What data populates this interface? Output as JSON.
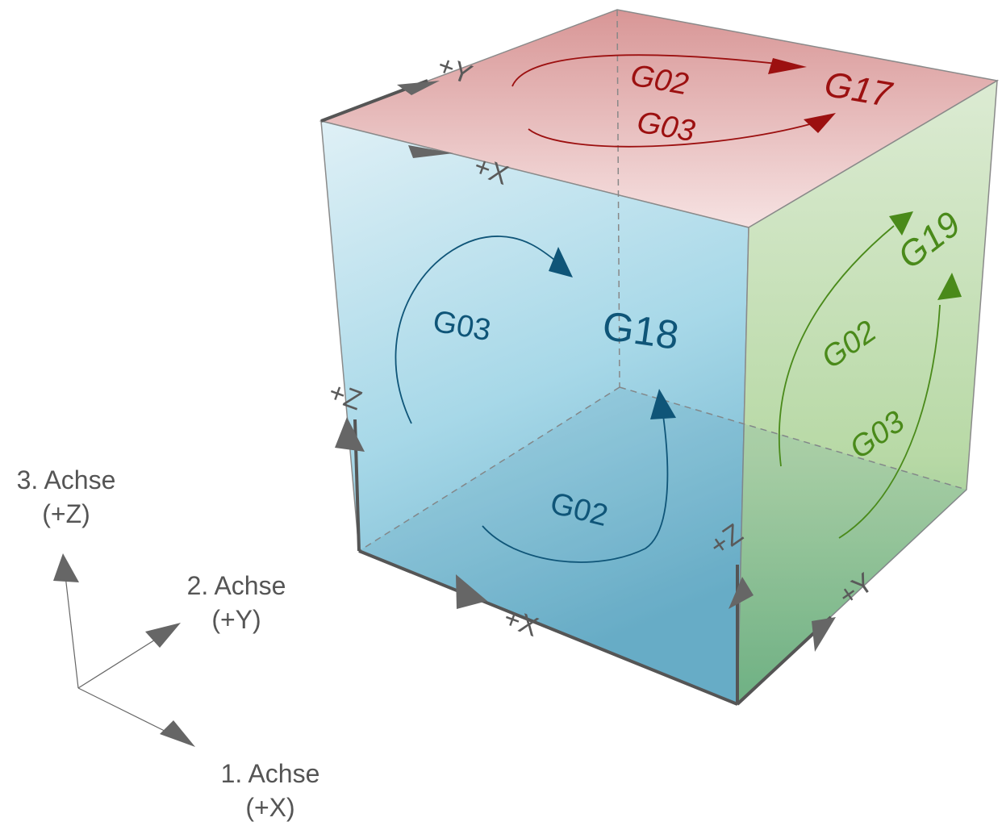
{
  "colors": {
    "red_plane": "#9c1010",
    "blue_plane": "#0f5578",
    "green_plane": "#4a8a1a",
    "arrow_gray": "#666666",
    "edge": "#777777"
  },
  "planes": {
    "top": {
      "name": "G17",
      "cw": "G02",
      "ccw": "G03"
    },
    "front": {
      "name": "G18",
      "cw": "G02",
      "ccw": "G03"
    },
    "right": {
      "name": "G19",
      "cw": "G02",
      "ccw": "G03"
    }
  },
  "axis_labels": {
    "top_y": "+Y",
    "top_x": "+X",
    "front_z": "+Z",
    "front_x": "+X",
    "right_z": "+Z",
    "right_y": "+Y"
  },
  "legend": {
    "axis3": {
      "name": "3. Achse",
      "sign": "(+Z)"
    },
    "axis2": {
      "name": "2. Achse",
      "sign": "(+Y)"
    },
    "axis1": {
      "name": "1. Achse",
      "sign": "(+X)"
    }
  }
}
